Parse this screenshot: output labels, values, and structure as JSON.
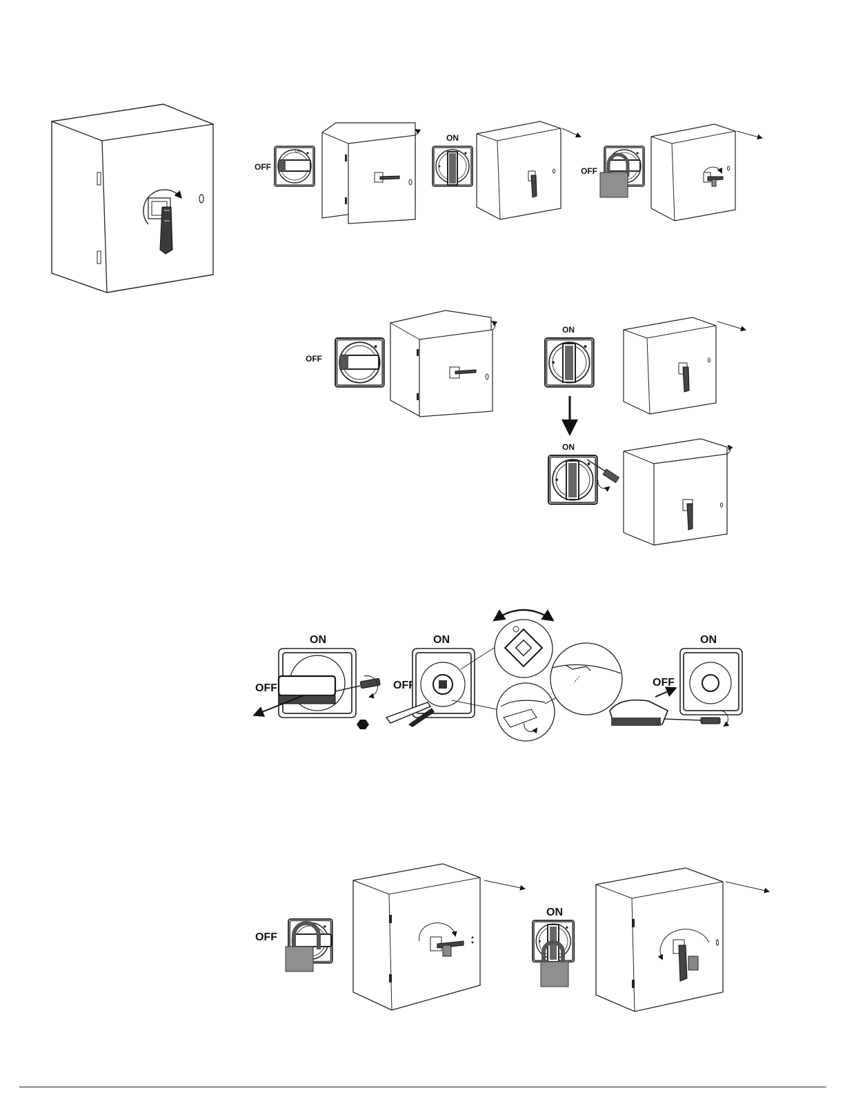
{
  "colors": {
    "line": "#222222",
    "handle": "#333333",
    "lock": "#8f8f8f",
    "paper": "#ffffff"
  },
  "labels": {
    "off": "OFF",
    "on": "ON",
    "dial_on": "ON",
    "dial_off": "OFF"
  },
  "icons": [
    "enclosure-icon",
    "rotary-handle-icon",
    "padlock-icon",
    "screwdriver-icon",
    "pliers-icon",
    "hexagon-icon",
    "arrow-icon",
    "magnifier-detail-icon"
  ]
}
